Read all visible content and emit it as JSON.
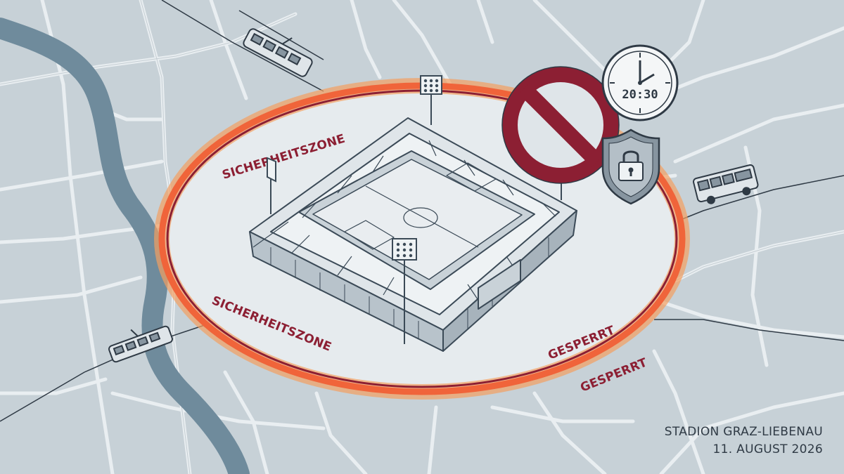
{
  "map": {
    "zone_labels": [
      "SICHERHEITSZONE",
      "SICHERHEITSZONE",
      "GESPERRT",
      "GESPERRT"
    ],
    "clock_time": "20:30",
    "caption_location": "STADION GRAZ-LIEBENAU",
    "caption_date": "11. AUGUST 2026",
    "icons": [
      "stadium-icon",
      "floodlight-icon",
      "tram-icon",
      "bus-icon",
      "no-entry-sign-icon",
      "clock-icon",
      "shield-lock-icon"
    ],
    "colors": {
      "background": "#c7d1d7",
      "road": "#eef2f4",
      "river": "#6f8b9c",
      "zone_red": "#8c1f33",
      "zone_orange": "#f0643a",
      "stadium_line": "#3b4a57"
    }
  }
}
